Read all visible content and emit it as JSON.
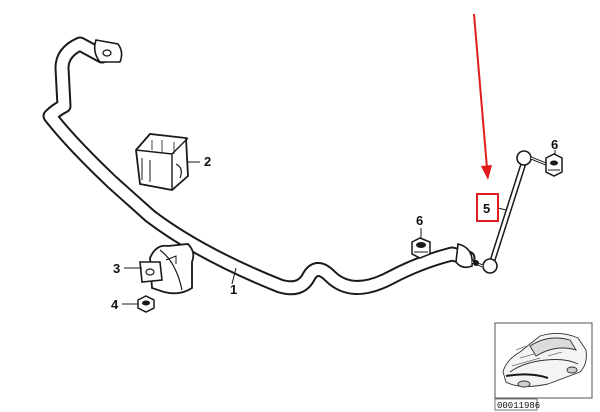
{
  "callouts": {
    "c1": "1",
    "c2": "2",
    "c3": "3",
    "c4": "4",
    "c5": "5",
    "c6a": "6",
    "c6b": "6"
  },
  "reference": {
    "number": "00011986"
  },
  "colors": {
    "line": "#1a1a1a",
    "highlight": "#e01b1b",
    "part_fill": "#ffffff",
    "shade": "#cfcfcf"
  }
}
